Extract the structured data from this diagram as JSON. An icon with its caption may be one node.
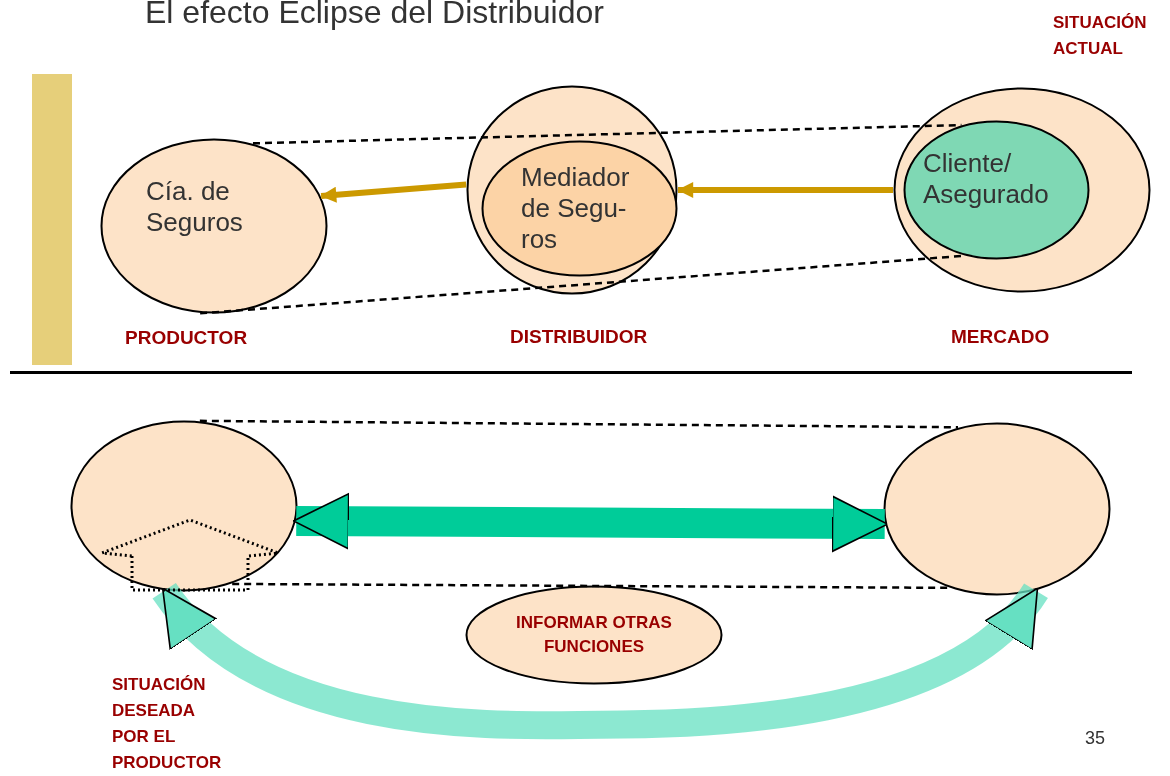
{
  "diagram": {
    "title": "El efecto Eclipse del Distribuidor",
    "nodes": [
      {
        "text": [
          "Cía. de Seguros"
        ],
        "beside": [
          "PRODUCTOR"
        ]
      },
      {
        "text": [],
        "shape": "circle",
        "beside": [
          "DISTRIBUIDOR"
        ]
      },
      {
        "text": [
          "Mediador de Segu- ros"
        ],
        "in": 1
      },
      {
        "text": [],
        "shape": "circle",
        "beside": [
          "MERCADO"
        ]
      },
      {
        "text": [
          "Cliente/ Asegurado"
        ],
        "in": 3
      },
      {
        "text": [],
        "shape": "circle"
      },
      {
        "text": [],
        "shape": "circle"
      },
      {
        "text": [
          "INFORMAR OTRAS FUNCIONES"
        ]
      }
    ],
    "edges": [
      {
        "from": 1,
        "to": 0,
        "arrow": "to",
        "style": "thick",
        "color": "#cc9900"
      },
      {
        "from": 3,
        "to": 1,
        "arrow": "to",
        "style": "thick",
        "color": "#cc9900"
      },
      {
        "from": 0,
        "to": 4,
        "arrow": "none",
        "style": "dashed"
      },
      {
        "from": 0,
        "to": 4,
        "arrow": "none",
        "style": "dashed"
      },
      {
        "from": 5,
        "to": 6,
        "arrow": "both",
        "style": "thick",
        "color": "#00cc99"
      },
      {
        "from": 5,
        "to": 6,
        "arrow": "none",
        "style": "dashed"
      },
      {
        "from": 5,
        "to": 6,
        "arrow": "none",
        "style": "dashed"
      },
      {
        "from": 5,
        "to": 6,
        "arrow": "both",
        "style": "thick",
        "color": "#66e0c2"
      }
    ],
    "labels": [
      "SITUACIÓN ACTUAL",
      "SITUACIÓN DESEADA POR EL PRODUCTOR",
      "35"
    ]
  }
}
